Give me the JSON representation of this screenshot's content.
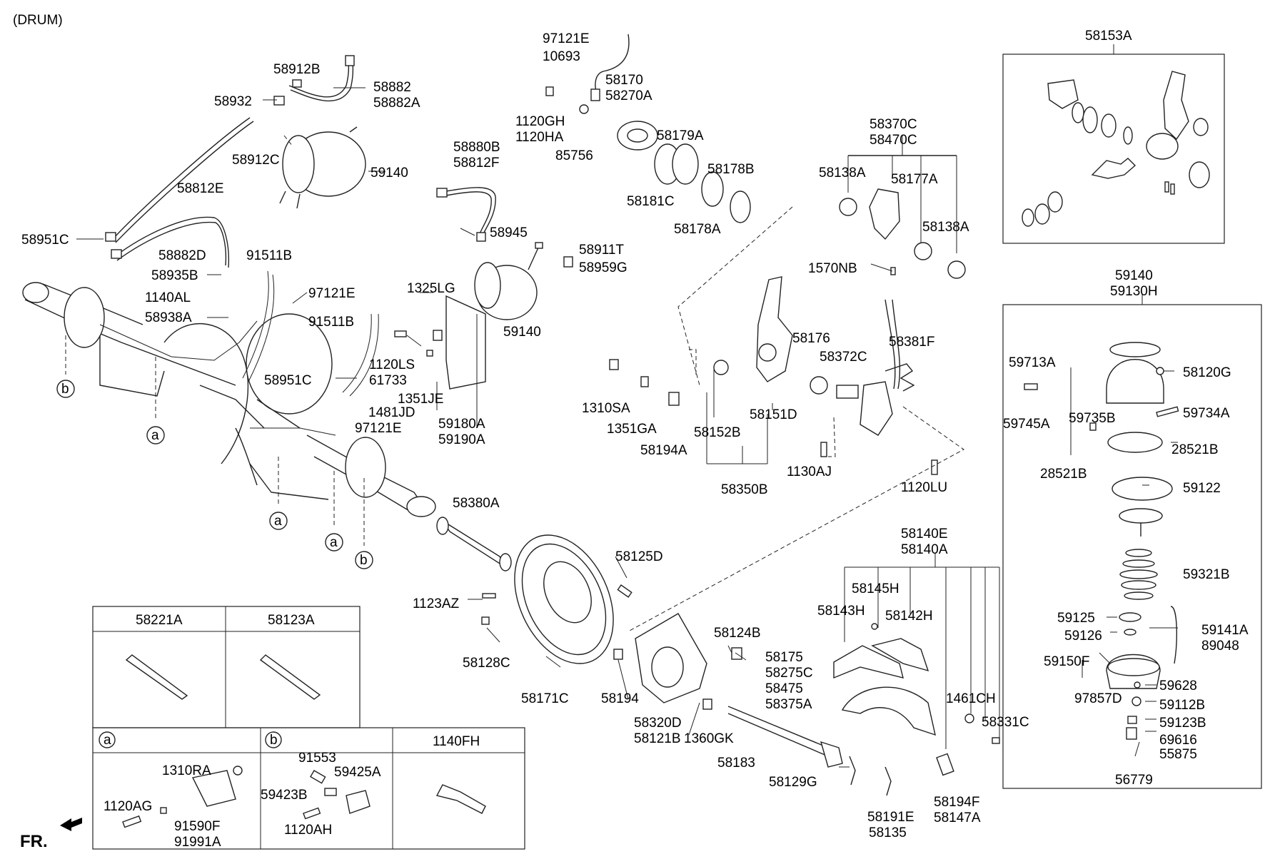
{
  "title": "(DRUM)",
  "fr_label": "FR.",
  "callout_a": "a",
  "callout_b": "b",
  "labels": {
    "l97121E_top": "97121E",
    "l10693": "10693",
    "l58170": "58170",
    "l58270A": "58270A",
    "l1120GH": "1120GH",
    "l1120HA": "1120HA",
    "l85756": "85756",
    "l58179A": "58179A",
    "l58178B": "58178B",
    "l58181C": "58181C",
    "l58178A": "58178A",
    "l58912B": "58912B",
    "l58882": "58882",
    "l58882A": "58882A",
    "l58932": "58932",
    "l58912C": "58912C",
    "l59140_a": "59140",
    "l58812E": "58812E",
    "l58951C_a": "58951C",
    "l58882D": "58882D",
    "l91511B_a": "91511B",
    "l58935B": "58935B",
    "l97121E_a": "97121E",
    "l1140AL": "1140AL",
    "l58938A": "58938A",
    "l91511B_b": "91511B",
    "l58951C_b": "58951C",
    "l1120LS": "1120LS",
    "l61733": "61733",
    "l1481JD": "1481JD",
    "l97121E_b": "97121E",
    "l58880B": "58880B",
    "l58812F": "58812F",
    "l58945": "58945",
    "l58911T": "58911T",
    "l58959G": "58959G",
    "l1325LG": "1325LG",
    "l59140_b": "59140",
    "l1351JE": "1351JE",
    "l59180A": "59180A",
    "l59190A": "59190A",
    "l58370C": "58370C",
    "l58470C": "58470C",
    "l58138A_a": "58138A",
    "l58177A": "58177A",
    "l58138A_b": "58138A",
    "l1570NB": "1570NB",
    "l58176": "58176",
    "l58372C": "58372C",
    "l58381F": "58381F",
    "l1310SA": "1310SA",
    "l1351GA": "1351GA",
    "l58194A": "58194A",
    "l58152B": "58152B",
    "l58151D": "58151D",
    "l1130AJ": "1130AJ",
    "l1120LU": "1120LU",
    "l58350B": "58350B",
    "l58153A": "58153A",
    "l59140_c": "59140",
    "l59130H": "59130H",
    "l59713A": "59713A",
    "l58120G": "58120G",
    "l59745A": "59745A",
    "l59735B": "59735B",
    "l59734A": "59734A",
    "l28521B_a": "28521B",
    "l28521B_b": "28521B",
    "l59122": "59122",
    "l59321B": "59321B",
    "l59125": "59125",
    "l59126": "59126",
    "l59141A": "59141A",
    "l89048": "89048",
    "l59150F": "59150F",
    "l59628": "59628",
    "l97857D": "97857D",
    "l59112B": "59112B",
    "l59123B": "59123B",
    "l69616": "69616",
    "l55875": "55875",
    "l56779": "56779",
    "l58380A": "58380A",
    "l58125D": "58125D",
    "l1123AZ": "1123AZ",
    "l58128C": "58128C",
    "l58171C": "58171C",
    "l58140E": "58140E",
    "l58140A": "58140A",
    "l58145H": "58145H",
    "l58143H": "58143H",
    "l58142H": "58142H",
    "l58124B": "58124B",
    "l58175": "58175",
    "l58275C": "58275C",
    "l58475": "58475",
    "l58375A": "58375A",
    "l58194": "58194",
    "l58320D": "58320D",
    "l58121B": "58121B",
    "l1360GK": "1360GK",
    "l1461CH": "1461CH",
    "l58331C": "58331C",
    "l58183": "58183",
    "l58129G": "58129G",
    "l58191E": "58191E",
    "l58135": "58135",
    "l58194F": "58194F",
    "l58147A": "58147A"
  },
  "table": {
    "h58221A": "58221A",
    "h58123A": "58123A",
    "ha": "a",
    "hb": "b",
    "h1140FH": "1140FH",
    "l1310RA": "1310RA",
    "l1120AG": "1120AG",
    "l91590F": "91590F",
    "l91991A": "91991A",
    "l91553": "91553",
    "l59425A": "59425A",
    "l59423B": "59423B",
    "l1120AH": "1120AH"
  }
}
